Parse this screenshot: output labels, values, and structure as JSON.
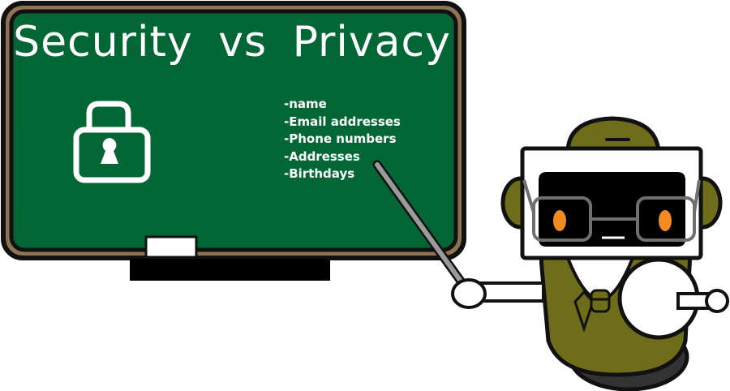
{
  "board": {
    "title": "Security vs Privacy",
    "list_items": [
      "-name",
      "-Email addresses",
      "-Phone numbers",
      "-Addresses",
      "-Birthdays"
    ]
  },
  "icons": {
    "lock": "padlock-icon",
    "robot": "robot-teacher-illustration",
    "pointer": "pointer-stick",
    "eraser": "chalkboard-eraser"
  },
  "colors": {
    "board_green": "#036735",
    "board_frame": "#8d7453",
    "outline": "#111111",
    "robot_olive": "#6e6d1a",
    "robot_eye": "#f28b1f",
    "glasses_gray": "#6f6f6f",
    "pointer_gray": "#9a9a9a",
    "white": "#ffffff"
  }
}
